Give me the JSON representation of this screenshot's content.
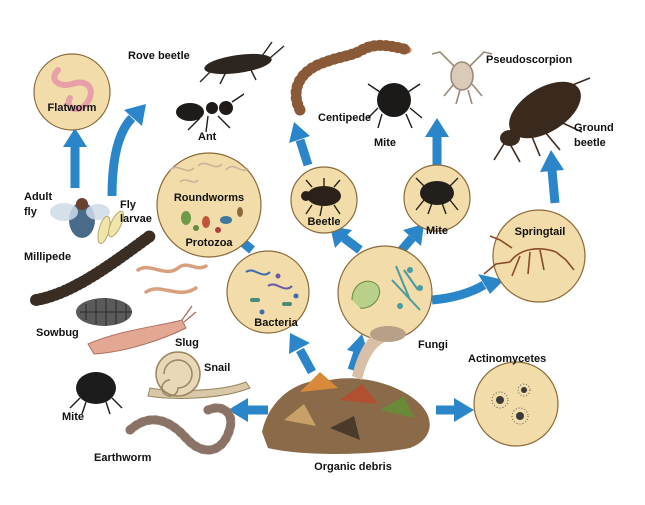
{
  "labels": {
    "flatworm": "Flatworm",
    "rove_beetle": "Rove beetle",
    "ant": "Ant",
    "centipede": "Centipede",
    "mite_top": "Mite",
    "pseudoscorpion": "Pseudoscorpion",
    "ground": "Ground",
    "beetle2": "beetle",
    "adult": "Adult",
    "fly": "fly",
    "fly2": "Fly",
    "larvae": "larvae",
    "millipede": "Millipede",
    "roundworms": "Roundworms",
    "protozoa": "Protozoa",
    "beetle": "Beetle",
    "mite_mid": "Mite",
    "springtail": "Springtail",
    "bacteria": "Bacteria",
    "fungi": "Fungi",
    "sowbug": "Sowbug",
    "slug": "Slug",
    "snail": "Snail",
    "actinomycetes": "Actinomycetes",
    "mite_low": "Mite",
    "earthworm": "Earthworm",
    "organic_debris": "Organic debris"
  },
  "colors": {
    "arrow": "#2a86c8",
    "circle_fill": "#f2dca9",
    "circle_stroke": "#8a6a3a"
  }
}
